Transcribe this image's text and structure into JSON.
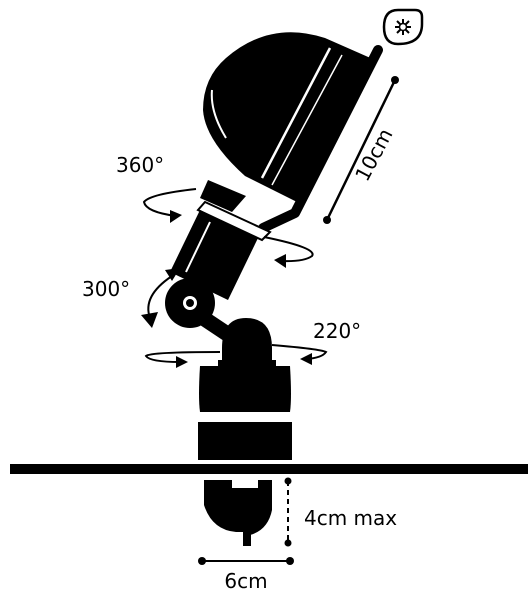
{
  "labels": {
    "rotation_head": "360°",
    "rotation_arm": "300°",
    "rotation_base": "220°",
    "reflector_length": "10cm",
    "clamp_depth": "4cm max",
    "clamp_width": "6cm"
  },
  "colors": {
    "ink": "#000000",
    "background": "#ffffff"
  },
  "icons": {
    "brand_badge": "sun-in-drop-icon"
  }
}
